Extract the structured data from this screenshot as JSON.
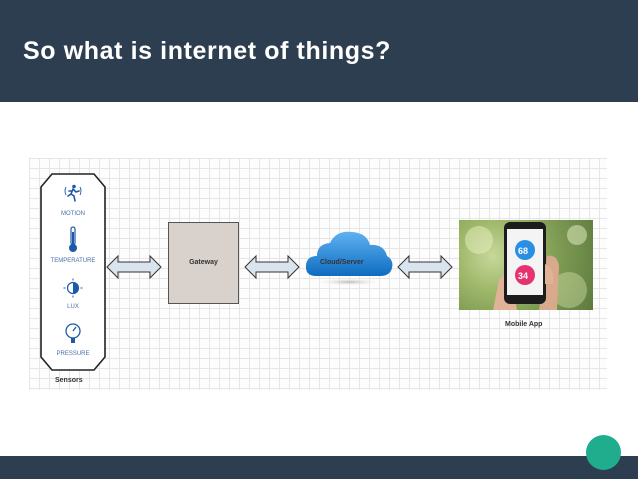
{
  "header": {
    "title": "So what is internet of things?"
  },
  "diagram": {
    "sensors": {
      "group_label": "Sensors",
      "items": [
        {
          "label": "MOTION",
          "icon": "motion-icon"
        },
        {
          "label": "TEMPERATURE",
          "icon": "thermometer-icon"
        },
        {
          "label": "LUX",
          "icon": "light-icon"
        },
        {
          "label": "PRESSURE",
          "icon": "gauge-icon"
        }
      ]
    },
    "gateway": {
      "label": "Gateway"
    },
    "cloud": {
      "label": "Cloud/Server"
    },
    "mobile": {
      "label": "Mobile App",
      "reading_top": "68",
      "reading_bottom": "34"
    }
  },
  "colors": {
    "header_bg": "#2c3e50",
    "accent": "#1fad8e",
    "cloud_blue": "#1a7fd0",
    "gateway_fill": "#d9d2cc"
  }
}
